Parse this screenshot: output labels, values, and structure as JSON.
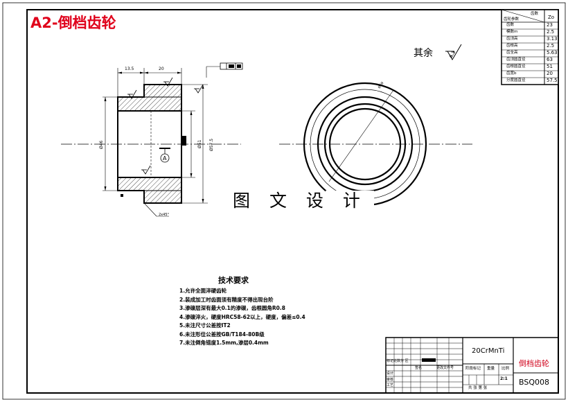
{
  "document": {
    "title": "A2-倒档齿轮",
    "surface_finish_rest_label": "其余",
    "surface_finish_rest_value": "6.3",
    "watermark": "图 文 设 计"
  },
  "dimensions": {
    "top_left": "13.5",
    "top_right": "20",
    "bore_diameter": "Ø46",
    "hub_diameter": "Ø51",
    "outer_diameter": "Ø57.5",
    "datum_label": "A",
    "circle_diameter": "Ø69",
    "bottom_note": "2x45°"
  },
  "gear_params": {
    "header_left": "齿轮参数",
    "header_right": "齿数",
    "header_value": "Zo",
    "rows": [
      {
        "label": "齿数",
        "value": "23"
      },
      {
        "label": "模数m",
        "value": "2.5"
      },
      {
        "label": "齿顶高",
        "value": "3.13"
      },
      {
        "label": "齿根高",
        "value": "2.5"
      },
      {
        "label": "齿全高",
        "value": "5.63"
      },
      {
        "label": "齿顶圆直径",
        "value": "63"
      },
      {
        "label": "齿根圆直径",
        "value": "51"
      },
      {
        "label": "齿宽b",
        "value": "20"
      },
      {
        "label": "分度圆直径",
        "value": "57.5"
      }
    ]
  },
  "tech_requirements": {
    "heading": "技术要求",
    "notes": [
      "1.允许全面淬硬齿轮",
      "2.装成加工时齿面须有精度不得出现台阶",
      "3.渗碳层深有最大0.1的渗碳，齿根圆角R0.8",
      "4.渗碳淬火，硬度HRC58-62以上，硬度，偏差≤0.4",
      "5.未注尺寸公差按IT2",
      "6.未注形位公差按GB/T184-80B级",
      "7.未注倒角错度1.5mm,渗层0.4mm"
    ]
  },
  "title_block": {
    "material": "20CrMnTi",
    "part_name": "倒档齿轮",
    "drawing_no": "BSQ008",
    "scale": "2:1",
    "stage_label": "阶段标记",
    "weight_label": "重量",
    "scale_label": "比例",
    "sheet_label": "共 张 第 张",
    "mark_label": "标记处数分 区",
    "doc_label": "更改文件号",
    "sign_label": "签名",
    "design_label": "设计",
    "review_label": "审核",
    "process_label": "工艺"
  }
}
